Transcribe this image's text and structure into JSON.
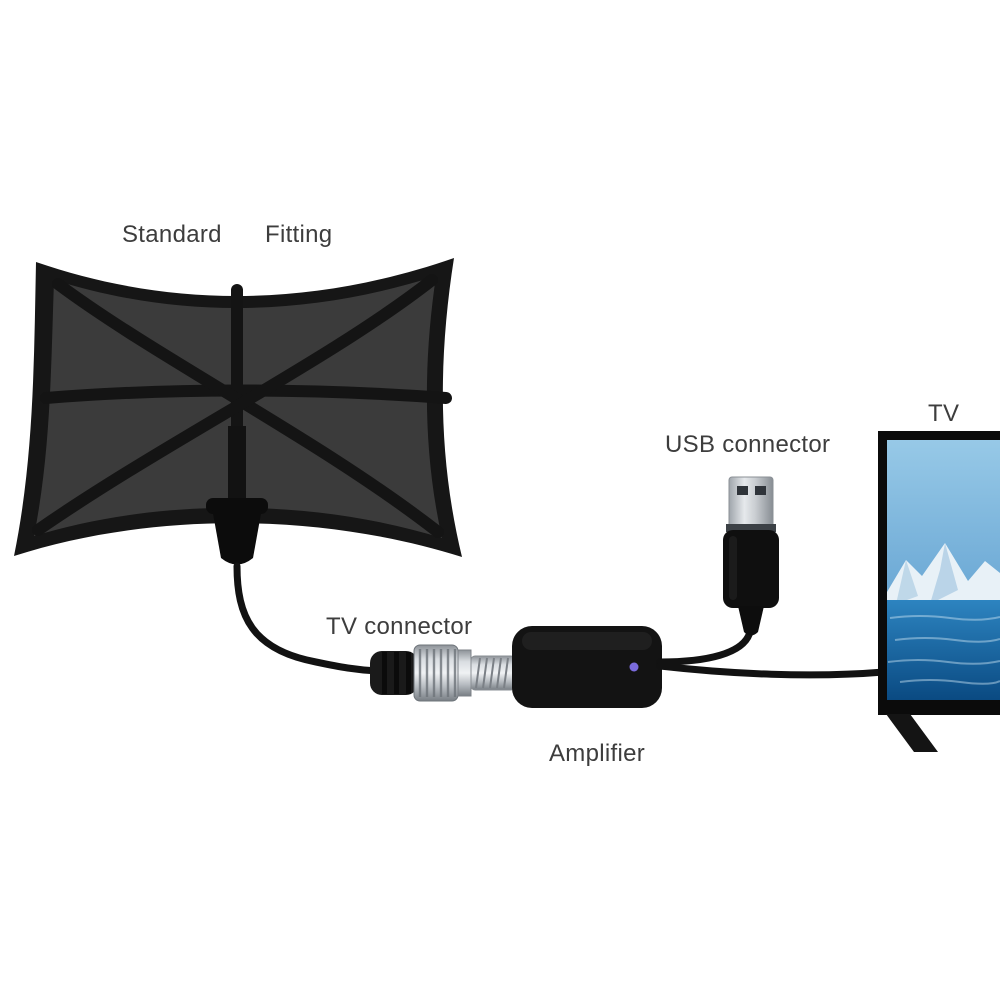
{
  "page": {
    "description": "Indoor HDTV antenna kit connection diagram",
    "background": "#ffffff"
  },
  "labels": {
    "standard": "Standard",
    "fitting": "Fitting",
    "tv_connector": "TV connector",
    "amplifier": "Amplifier",
    "usb_connector": "USB connector",
    "tv": "TV"
  },
  "colors": {
    "label_text": "#3d3d3d",
    "antenna_body": "#161616",
    "antenna_panel": "#3b3b3b",
    "cable": "#121212",
    "amplifier_body": "#131313",
    "led_indicator": "#7a6bdc",
    "metal_silver": "#c3c8cd",
    "tv_bezel": "#0b0b0b",
    "tv_sky": "#79b5dc",
    "tv_water": "#0e5a96"
  }
}
